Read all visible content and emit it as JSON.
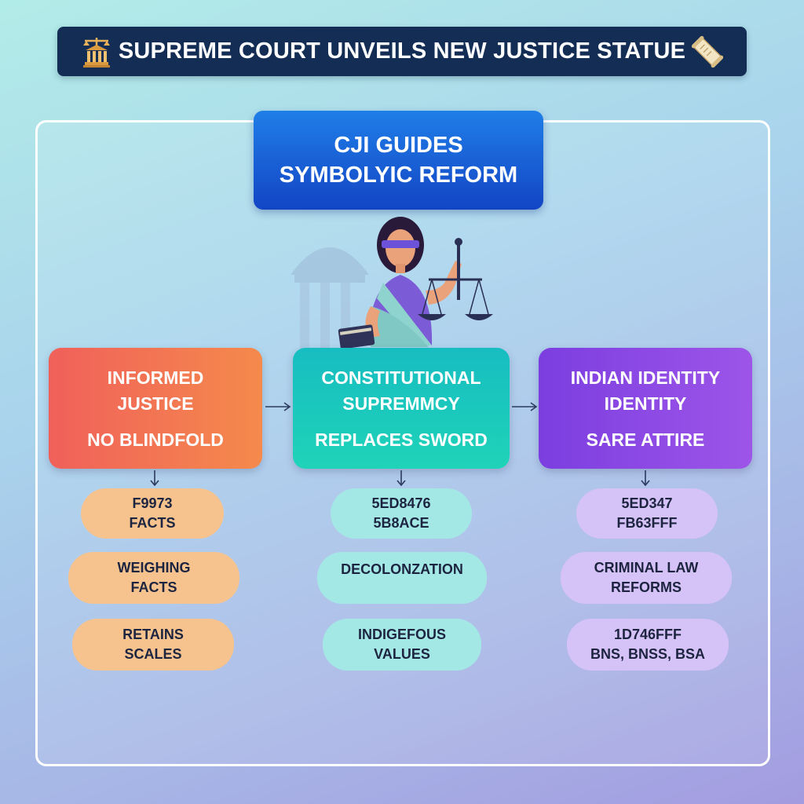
{
  "banner": {
    "title": "SUPREME COURT UNVEILS NEW JUSTICE STATUE",
    "left_icon": "courthouse-scales-icon",
    "right_icon": "scroll-quill-icon"
  },
  "top_box": {
    "line1": "CJI GUIDES",
    "line2": "SYMBOLYIC REFORM"
  },
  "illustration": "lady-justice-figure",
  "categories": [
    {
      "line1": "INFORMED",
      "line2": "JUSTICE",
      "line3": "NO BLINDFOLD",
      "color": "#f0605a"
    },
    {
      "line1": "CONSTITUTIONAL",
      "line2": "SUPREMMCY",
      "line3": "REPLACES SWORD",
      "color": "#1fc6bd"
    },
    {
      "line1": "INDIAN IDENTITY",
      "line2": "IDENTITY",
      "line3": "SARE ATTIRE",
      "color": "#8a48e4"
    }
  ],
  "pills": {
    "col1": [
      {
        "line1": "F9973",
        "line2": "FACTS"
      },
      {
        "line1": "WEIGHING",
        "line2": "FACTS"
      },
      {
        "line1": "RETAINS",
        "line2": "SCALES"
      }
    ],
    "col2": [
      {
        "line1": "5ED8476",
        "line2": "5B8ACE"
      },
      {
        "line1": "DECOLONZATION"
      },
      {
        "line1": "INDIGEFOUS",
        "line2": "VALUES"
      }
    ],
    "col3": [
      {
        "line1": "5ED347",
        "line2": "FB63FFF"
      },
      {
        "line1": "CRIMINAL LAW",
        "line2": "REFORMS"
      },
      {
        "line1": "1D746FFF",
        "line2": "BNS, BNSS, BSA"
      }
    ]
  },
  "colors": {
    "banner_bg": "#132d55",
    "top_box": "#1a5fd8",
    "orange_pill": "#f6c38f",
    "teal_pill": "#a4e8e6",
    "purple_pill": "#d5c2f6"
  }
}
